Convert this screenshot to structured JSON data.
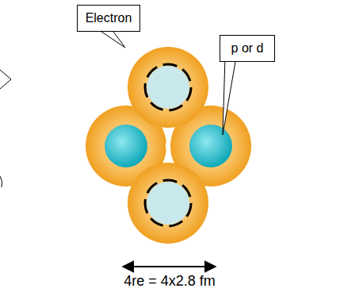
{
  "diagram": {
    "nodes": [
      {
        "text": [
          "Electron"
        ]
      },
      {
        "text": [
          "p or d"
        ]
      }
    ],
    "labels": [
      "4re = 4x2.8 fm"
    ]
  }
}
